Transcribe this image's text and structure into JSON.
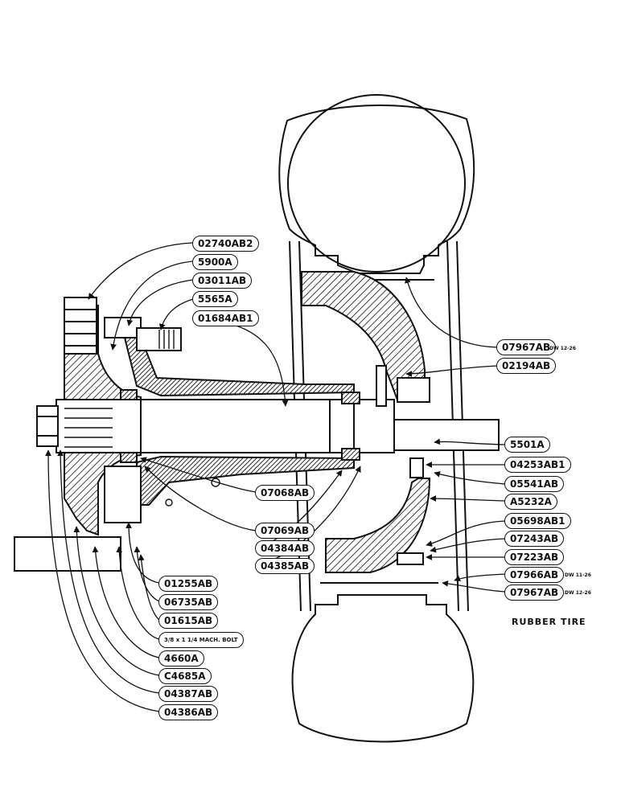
{
  "labels": {
    "l02740AB2": "02740AB2",
    "l5900A": "5900A",
    "l03011AB": "03011AB",
    "l5565A": "5565A",
    "l01684AB1": "01684AB1",
    "l07967AB_top": "07967AB",
    "l02194AB": "02194AB",
    "l5501A": "5501A",
    "l04253AB1": "04253AB1",
    "l05541AB": "05541AB",
    "lA5232A": "A5232A",
    "l05698AB1": "05698AB1",
    "l07243AB": "07243AB",
    "l07223AB": "07223AB",
    "l07966AB": "07966AB",
    "l07967AB_bottom": "07967AB",
    "l07068AB": "07068AB",
    "l07069AB": "07069AB",
    "l04384AB": "04384AB",
    "l04385AB": "04385AB",
    "l01255AB": "01255AB",
    "l06735AB": "06735AB",
    "l01615AB": "01615AB",
    "l4660A": "4660A",
    "lC4685A": "C4685A",
    "l04387AB": "04387AB",
    "l04386AB": "04386AB"
  },
  "notes": {
    "dw_top": "DW 12-26",
    "dw_mid": "DW 11-26",
    "dw_bottom": "DW 12-26",
    "bolt": "3/8 x 1 1/4 MACH. BOLT"
  },
  "caption": "RUBBER TIRE"
}
